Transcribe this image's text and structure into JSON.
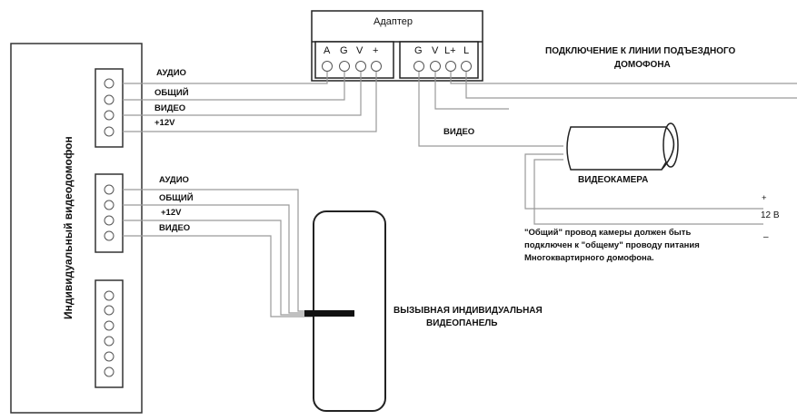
{
  "adapter": {
    "title": "Адаптер",
    "left_terminals": [
      "A",
      "G",
      "V",
      "+"
    ],
    "right_terminals": [
      "G",
      "V",
      "L+",
      "L"
    ]
  },
  "indoor_unit": {
    "title": "Индивидуальный видеодомофон"
  },
  "block1_wires": [
    "АУДИО",
    "ОБЩИЙ",
    "ВИДЕО",
    "+12V"
  ],
  "block2_wires": [
    "АУДИО",
    "ОБЩИЙ",
    "+12V",
    "ВИДЕО"
  ],
  "line_connection": [
    "ПОДКЛЮЧЕНИЕ К ЛИНИИ ПОДЪЕЗДНОГО",
    "ДОМОФОНА"
  ],
  "camera": {
    "label": "ВИДЕОКАМЕРА",
    "video_wire": "ВИДЕО"
  },
  "power": {
    "plus": "+",
    "voltage": "12 В",
    "minus": "–"
  },
  "note": [
    "\"Общий\"  провод камеры должен быть",
    "подключен к \"общему\" проводу питания",
    "Многоквартирного домофона."
  ],
  "call_panel": [
    "ВЫЗЫВНАЯ ИНДИВИДУАЛЬНАЯ",
    "ВИДЕОПАНЕЛЬ"
  ]
}
